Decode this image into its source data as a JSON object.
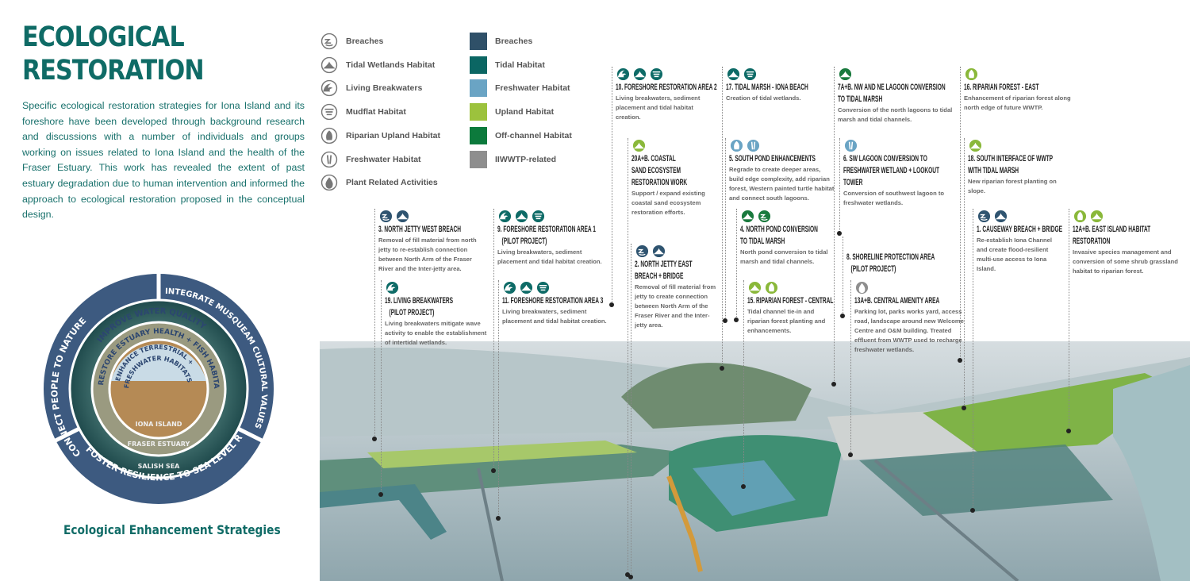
{
  "header": {
    "title_line1": "ECOLOGICAL",
    "title_line2": "RESTORATION",
    "intro": "Specific ecological restoration strategies for Iona Island and its foreshore have been developed through background research and discussions with a number of individuals and groups working on issues related to Iona Island and the health of the Fraser Estuary. This work has revealed the extent of past estuary degradation due to human intervention and informed the approach to ecological restoration proposed in the conceptual design."
  },
  "legend": {
    "icons": [
      {
        "type": "breach",
        "label": "Breaches"
      },
      {
        "type": "wetland",
        "label": "Tidal Wetlands Habitat"
      },
      {
        "type": "wave",
        "label": "Living Breakwaters"
      },
      {
        "type": "mudflat",
        "label": "Mudflat Habitat"
      },
      {
        "type": "riparian",
        "label": "Riparian Upland Habitat"
      },
      {
        "type": "reeds",
        "label": "Freshwater Habitat"
      },
      {
        "type": "drop",
        "label": "Plant Related Activities"
      }
    ],
    "swatches": [
      {
        "color": "#2f5068",
        "label": "Breaches"
      },
      {
        "color": "#0b6663",
        "label": "Tidal Habitat"
      },
      {
        "color": "#6aa4c4",
        "label": "Freshwater Habitat"
      },
      {
        "color": "#9cc23d",
        "label": "Upland Habitat"
      },
      {
        "color": "#0c7a3c",
        "label": "Off-channel Habitat"
      },
      {
        "color": "#8e8e8e",
        "label": "IIWWTP-related"
      }
    ]
  },
  "colors": {
    "breach": "#2f5470",
    "tidal": "#0e6b67",
    "fresh": "#6aa4c4",
    "upland": "#8ab83a",
    "offchannel": "#1a7a3e",
    "plant": "#8e8e8e"
  },
  "callouts": [
    {
      "id": "c10",
      "icons": [
        [
          "wave",
          "tidal"
        ],
        [
          "wetland",
          "tidal"
        ],
        [
          "mudflat",
          "tidal"
        ]
      ],
      "title": [
        "10. Foreshore Restoration Area 2"
      ],
      "desc": "Living breakwaters, sediment placement and tidal habitat creation."
    },
    {
      "id": "c17",
      "icons": [
        [
          "wetland",
          "tidal"
        ],
        [
          "mudflat",
          "tidal"
        ]
      ],
      "title": [
        "17. Tidal Marsh - Iona Beach"
      ],
      "desc": "Creation of tidal wetlands."
    },
    {
      "id": "c7",
      "icons": [
        [
          "wetland",
          "offchannel"
        ]
      ],
      "title": [
        "7A+B. NW and NE Lagoon Conversion",
        "to Tidal Marsh"
      ],
      "desc": "Conversion of the north lagoons to tidal marsh and tidal channels."
    },
    {
      "id": "c16",
      "icons": [
        [
          "riparian",
          "upland"
        ]
      ],
      "title": [
        "16. Riparian Forest - East"
      ],
      "desc": "Enhancement of riparian forest along north edge of future WWTP."
    },
    {
      "id": "c20",
      "icons": [
        [
          "wetland",
          "upland"
        ]
      ],
      "title": [
        "20A+B. Coastal",
        "Sand Ecosystem",
        "Restoration Work"
      ],
      "desc": "Support / expand existing coastal sand ecosystem restoration efforts."
    },
    {
      "id": "c5",
      "icons": [
        [
          "riparian",
          "fresh"
        ],
        [
          "reeds",
          "fresh"
        ]
      ],
      "title": [
        "5. South Pond Enhancements"
      ],
      "desc": "Regrade to create deeper areas, build edge complexity, add riparian forest, Western painted turtle habitat and connect south lagoons."
    },
    {
      "id": "c6",
      "icons": [
        [
          "reeds",
          "fresh"
        ]
      ],
      "title": [
        "6. SW Lagoon Conversion to",
        "Freshwater Wetland + Lookout",
        "Tower"
      ],
      "desc": "Conversion of southwest lagoon to freshwater wetlands."
    },
    {
      "id": "c18",
      "icons": [
        [
          "wetland",
          "upland"
        ]
      ],
      "title": [
        "18. South Interface of WWTP",
        "with Tidal Marsh"
      ],
      "desc": "New riparian forest planting on slope."
    },
    {
      "id": "c3",
      "icons": [
        [
          "breach",
          "breach"
        ],
        [
          "wetland",
          "breach"
        ]
      ],
      "title": [
        "3. North Jetty West Breach"
      ],
      "desc": "Removal of fill material from north jetty to re-establish connection between North Arm of the Fraser River and the Inter-jetty area."
    },
    {
      "id": "c9",
      "icons": [
        [
          "wave",
          "tidal"
        ],
        [
          "wetland",
          "tidal"
        ],
        [
          "mudflat",
          "tidal"
        ]
      ],
      "title": [
        "9. Foreshore Restoration Area 1",
        "   (Pilot Project)"
      ],
      "desc": "Living breakwaters, sediment placement and tidal habitat creation."
    },
    {
      "id": "c4",
      "icons": [
        [
          "wetland",
          "offchannel"
        ],
        [
          "breach",
          "offchannel"
        ]
      ],
      "title": [
        "4. North Pond Conversion",
        "to Tidal Marsh"
      ],
      "desc": "North pond conversion to tidal marsh and tidal channels."
    },
    {
      "id": "c8",
      "icons": [],
      "title": [
        "8. Shoreline Protection Area",
        "   (Pilot Project)"
      ],
      "desc": ""
    },
    {
      "id": "c1",
      "icons": [
        [
          "breach",
          "breach"
        ],
        [
          "wetland",
          "breach"
        ]
      ],
      "title": [
        "1. Causeway Breach + Bridge"
      ],
      "desc": "Re-establish Iona Channel and create flood-resilient multi-use access to Iona Island."
    },
    {
      "id": "c12",
      "icons": [
        [
          "riparian",
          "upland"
        ],
        [
          "wetland",
          "upland"
        ]
      ],
      "title": [
        "12A+B. East Island Habitat",
        "Restoration"
      ],
      "desc": "Invasive species management and conversion of some shrub grassland habitat to riparian forest."
    },
    {
      "id": "c2",
      "icons": [
        [
          "breach",
          "breach"
        ],
        [
          "wetland",
          "breach"
        ]
      ],
      "title": [
        "2. North Jetty East",
        "Breach + Bridge"
      ],
      "desc": "Removal of fill material from jetty to create connection between North Arm of the Fraser River and the Inter-jetty area."
    },
    {
      "id": "c19",
      "icons": [
        [
          "wave",
          "tidal"
        ]
      ],
      "title": [
        "19. Living Breakwaters",
        "   (Pilot Project)"
      ],
      "desc": "Living breakwaters mitigate wave activity to enable the establishment of intertidal wetlands."
    },
    {
      "id": "c11",
      "icons": [
        [
          "wave",
          "tidal"
        ],
        [
          "wetland",
          "tidal"
        ],
        [
          "mudflat",
          "tidal"
        ]
      ],
      "title": [
        "11. Foreshore Restoration Area 3"
      ],
      "desc": "Living breakwaters, sediment placement and tidal habitat creation."
    },
    {
      "id": "c15",
      "icons": [
        [
          "wetland",
          "upland"
        ],
        [
          "riparian",
          "upland"
        ]
      ],
      "title": [
        "15. Riparian Forest - Central"
      ],
      "desc": "Tidal channel tie-in and riparian forest planting and enhancements."
    },
    {
      "id": "c13",
      "icons": [
        [
          "drop",
          "plant"
        ]
      ],
      "title": [
        "13A+B. Central Amenity Area"
      ],
      "desc": "Parking lot, parks works yard, access road, landscape around new Welcome Centre and O&M building. Treated effluent from WWTP used to recharge freshwater wetlands."
    }
  ],
  "ring": {
    "outer": [
      "CONNECT PEOPLE TO NATURE",
      "INTEGRATE MUSQUEAM CULTURAL VALUES + INTERESTS",
      "FOSTER RESILIENCE TO SEA LEVEL RISE"
    ],
    "middle": "IMPROVE WATER QUALITY",
    "inner": "RESTORE ESTUARY HEALTH + FISH HABITAT",
    "core1": "ENHANCE TERRESTRIAL +",
    "core2": "FRESHWATER HABITATS",
    "labels": [
      "IONA ISLAND",
      "FRASER ESTUARY",
      "SALISH SEA"
    ]
  },
  "caption": "Ecological Enhancement Strategies"
}
